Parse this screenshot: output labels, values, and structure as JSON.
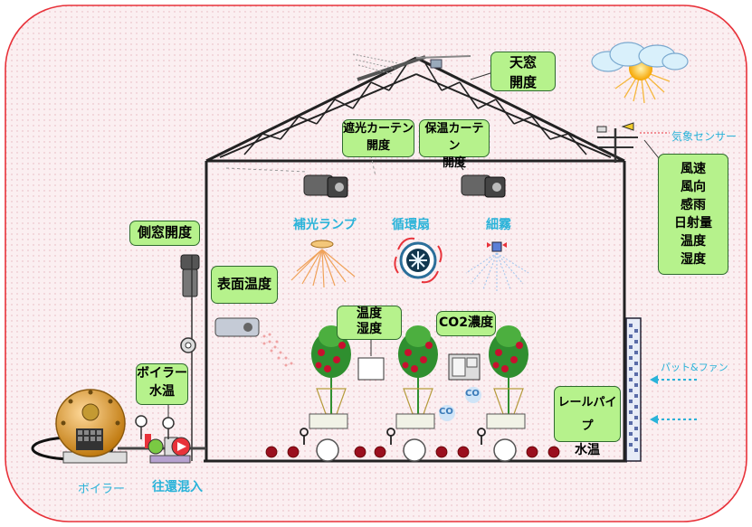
{
  "labels": {
    "roof_window": [
      "天窓",
      "開度"
    ],
    "shade_curtain": [
      "遮光カーテン",
      "開度"
    ],
    "thermal_curtain": [
      "保温カーテン",
      "開度"
    ],
    "side_window": "側窓開度",
    "surface_temp": "表面温度",
    "temp_humidity": [
      "温度",
      "湿度"
    ],
    "co2": "CO2濃度",
    "boiler_water_temp": [
      "ボイラー",
      "水温"
    ],
    "rail_pipe_water_temp": [
      "レールパイプ",
      "水温"
    ],
    "weather_items": [
      "風速",
      "風向",
      "感雨",
      "日射量",
      "温度",
      "湿度"
    ]
  },
  "captions": {
    "weather_sensor": "気象センサー",
    "supp_lamp": "補光ランプ",
    "circ_fan": "循環扇",
    "mist": "細霧",
    "pad_fan": "パット&ファン",
    "boiler": "ボイラー",
    "mixing": "往還混入",
    "co2_badge": "CO"
  },
  "colors": {
    "frame_red": "#e8323a",
    "label_fill": "#b6f28c",
    "label_border": "#2f6b2f",
    "caption_cyan": "#2ab3d9",
    "pipe_dot": "#9a0f1e",
    "house_line": "#222222"
  }
}
